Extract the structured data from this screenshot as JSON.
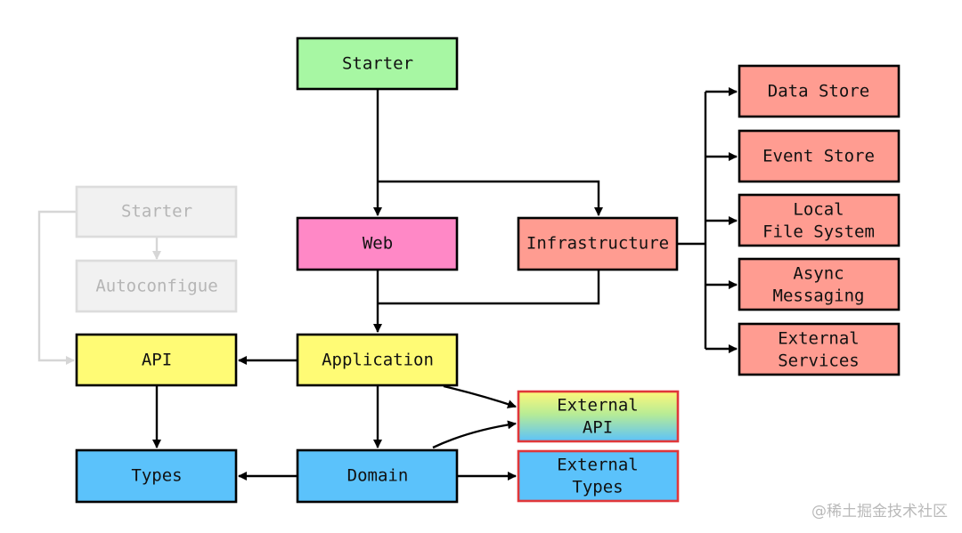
{
  "colors": {
    "green": "#a7f7a3",
    "pink": "#ff88c6",
    "salmon": "#ff9c91",
    "yellow": "#fffb75",
    "blue": "#5bc2fb",
    "ghost_fill": "#f1f1f1",
    "ghost_line": "#d6d6d6"
  },
  "nodes": {
    "starter": "Starter",
    "web": "Web",
    "infrastructure": "Infrastructure",
    "data_store": "Data Store",
    "event_store": "Event Store",
    "local_fs": [
      "Local",
      "File System"
    ],
    "async_msg": [
      "Async",
      "Messaging"
    ],
    "ext_services": [
      "External",
      "Services"
    ],
    "ghost_starter": "Starter",
    "autoconfigure": "Autoconfigue",
    "api": "API",
    "application": "Application",
    "external_api": [
      "External",
      "API"
    ],
    "types": "Types",
    "domain": "Domain",
    "external_types": [
      "External",
      "Types"
    ]
  },
  "watermark": "@稀土掘金技术社区"
}
